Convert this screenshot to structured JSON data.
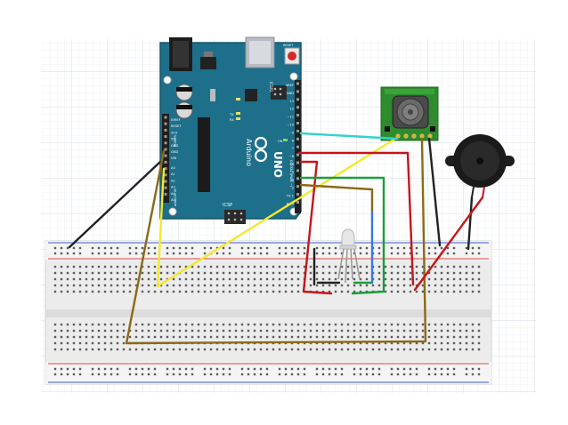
{
  "arduino": {
    "brand": "Arduino",
    "model": "UNO",
    "icsp1": "ICSP",
    "icsp2": "ICSP2",
    "reset_button": "RESET",
    "tx": "TX",
    "rx": "RX",
    "on": "ON",
    "power_header": [
      "IOREF",
      "RESET",
      "3V3",
      "5V",
      "GND",
      "GND",
      "VIN"
    ],
    "analog_header": [
      "A0",
      "A1",
      "A2",
      "A3",
      "A4",
      "A5"
    ],
    "digital_high": [
      "AREF",
      "GND",
      "13",
      "12",
      "~11",
      "~10",
      "~9",
      "8"
    ],
    "digital_low": [
      "7",
      "~6",
      "~5",
      "4",
      "~3",
      "2",
      "TX 1",
      "RX 0"
    ],
    "digital_label": "DIGITAL (PWM ~)",
    "power_label": "POWER",
    "analog_label": "ANALOG IN"
  },
  "colors": {
    "board": "#1d6f8a",
    "board_edge": "#15566b",
    "sensor_pcb": "#2e8b2e",
    "wire_black": "#222222",
    "wire_red": "#c4161c",
    "wire_green": "#199e3c",
    "wire_yellow": "#f3e92b",
    "wire_brown": "#8b6a16",
    "wire_blue": "#3a7bd5",
    "wire_cyan": "#34d3c9",
    "rail_red": "#e0443c",
    "rail_blue": "#3b5bd9"
  }
}
